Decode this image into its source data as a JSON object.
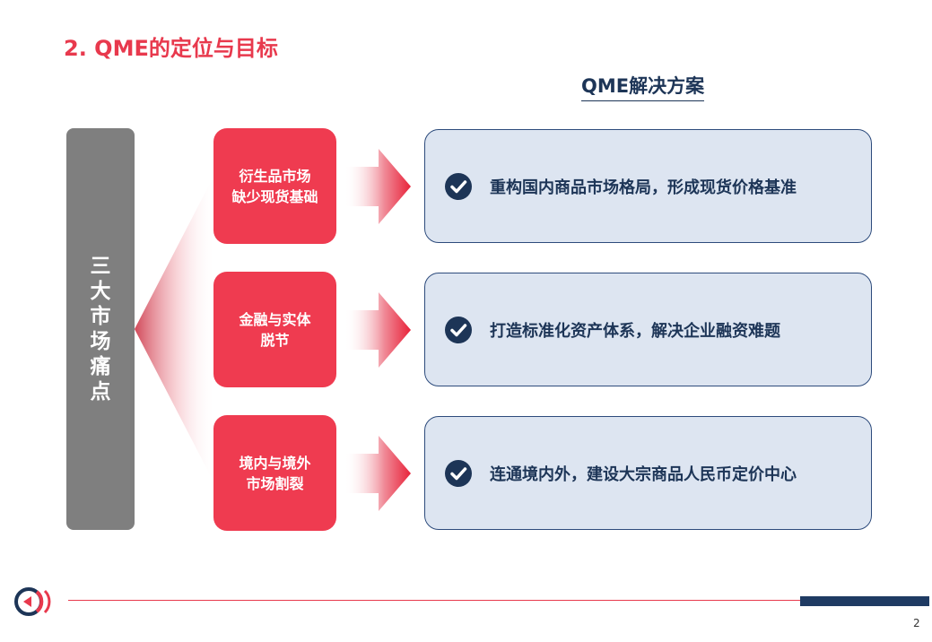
{
  "title": "2. QME的定位与目标",
  "section_heading": "QME解决方案",
  "pain_points_label": [
    "三",
    "大",
    "市",
    "场",
    "痛",
    "点"
  ],
  "problems": [
    {
      "line1": "衍生品市场",
      "line2": "缺少现货基础"
    },
    {
      "line1": "金融与实体",
      "line2": "脱节"
    },
    {
      "line1": "境内与境外",
      "line2": "市场割裂"
    }
  ],
  "solutions": [
    {
      "text": "重构国内商品市场格局，形成现货价格基准",
      "icon": "check-circle-icon"
    },
    {
      "text": "打造标准化资产体系，解决企业融资难题",
      "icon": "check-circle-icon"
    },
    {
      "text": "连通境内外，建设大宗商品人民币定价中心",
      "icon": "check-circle-icon"
    }
  ],
  "page_number": "2",
  "colors": {
    "accent_red": "#e8394d",
    "box_red": "#ef3b50",
    "navy": "#1d3557",
    "light_blue": "#dde5f1",
    "gray": "#7f7f7f"
  }
}
